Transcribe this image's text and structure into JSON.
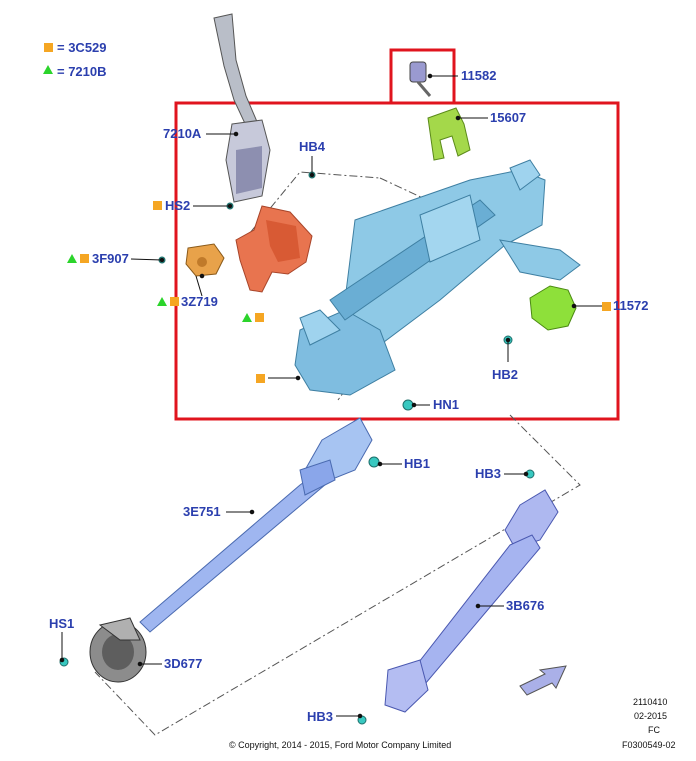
{
  "legend": [
    {
      "symbol": "square",
      "text": "= 3C529"
    },
    {
      "symbol": "triangle",
      "text": "= 7210B"
    }
  ],
  "callouts": {
    "c11582": "11582",
    "c15607": "15607",
    "c7210A": "7210A",
    "cHB4": "HB4",
    "cHS2": "HS2",
    "c3F907": "3F907",
    "c3Z719": "3Z719",
    "c11572": "11572",
    "cHB2": "HB2",
    "cHN1": "HN1",
    "cHB1": "HB1",
    "cHB3a": "HB3",
    "c3E751": "3E751",
    "c3B676": "3B676",
    "cHS1": "HS1",
    "c3D677": "3D677",
    "cHB3b": "HB3"
  },
  "footer": {
    "copyright": "© Copyright, 2014 - 2015, Ford Motor Company Limited",
    "code1": "2110410",
    "date": "02-2015",
    "fc": "FC",
    "figure": "F0300549-02"
  },
  "colors": {
    "callout_text": "#2b3fae",
    "highlight_box": "#e0141e",
    "legend_square": "#f5a623",
    "legend_triangle": "#2bd42b",
    "column_blue": "#8ec9e6",
    "shaft_blue": "#9fb6f0",
    "bracket_orange": "#e8744f",
    "clip_green": "#a4d84a"
  }
}
